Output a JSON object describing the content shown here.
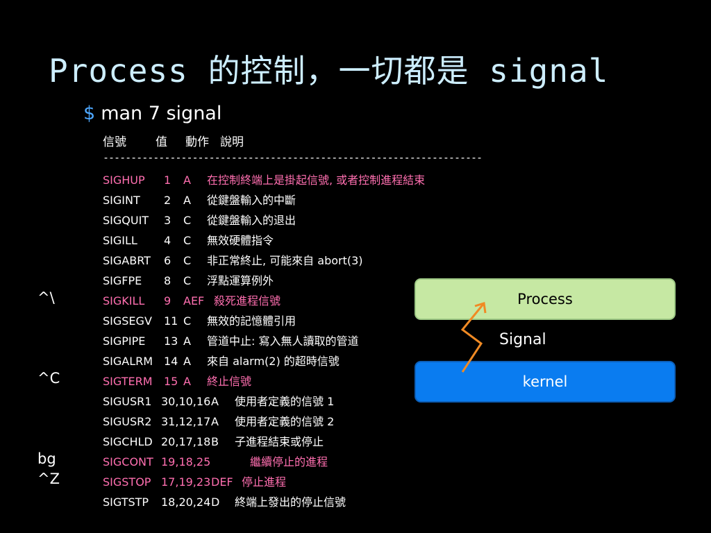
{
  "slide": {
    "title": "Process 的控制，一切都是 signal",
    "command_prompt": "$",
    "command_text": "man 7 signal"
  },
  "table": {
    "headers": [
      "信號",
      "值",
      "動作",
      "說明"
    ],
    "divider": "--------------------------------------------------------------------",
    "rows": [
      {
        "name": "SIGHUP",
        "value": "1",
        "action": "A",
        "desc": "在控制終端上是掛起信號, 或者控制進程結束",
        "highlight": true
      },
      {
        "name": "SIGINT",
        "value": "2",
        "action": "A",
        "desc": "從鍵盤輸入的中斷",
        "highlight": false
      },
      {
        "name": "SIGQUIT",
        "value": "3",
        "action": "C",
        "desc": "從鍵盤輸入的退出",
        "highlight": false
      },
      {
        "name": "SIGILL",
        "value": "4",
        "action": "C",
        "desc": "無效硬體指令",
        "highlight": false
      },
      {
        "name": "SIGABRT",
        "value": "6",
        "action": "C",
        "desc": "非正常終止, 可能來自 abort(3)",
        "highlight": false
      },
      {
        "name": "SIGFPE",
        "value": "8",
        "action": "C",
        "desc": "浮點運算例外",
        "highlight": false
      },
      {
        "name": "SIGKILL",
        "value": "9",
        "action": "AEF",
        "desc": "殺死進程信號",
        "highlight": true
      },
      {
        "name": "SIGSEGV",
        "value": "11",
        "action": "C",
        "desc": "無效的記憶體引用",
        "highlight": false
      },
      {
        "name": "SIGPIPE",
        "value": "13",
        "action": "A",
        "desc": "管道中止: 寫入無人讀取的管道",
        "highlight": false
      },
      {
        "name": "SIGALRM",
        "value": "14",
        "action": "A",
        "desc": "來自 alarm(2) 的超時信號",
        "highlight": false
      },
      {
        "name": "SIGTERM",
        "value": "15",
        "action": "A",
        "desc": "終止信號",
        "highlight": true
      },
      {
        "name": "SIGUSR1",
        "value": "30,10,16",
        "action": "A",
        "desc": "使用者定義的信號 1",
        "highlight": false
      },
      {
        "name": "SIGUSR2",
        "value": "31,12,17",
        "action": "A",
        "desc": "使用者定義的信號 2",
        "highlight": false
      },
      {
        "name": "SIGCHLD",
        "value": "20,17,18",
        "action": "B",
        "desc": "子進程結束或停止",
        "highlight": false
      },
      {
        "name": "SIGCONT",
        "value": "19,18,25",
        "action": "",
        "desc": "繼續停止的進程",
        "highlight": true
      },
      {
        "name": "SIGSTOP",
        "value": "17,19,23",
        "action": "DEF",
        "desc": "停止進程",
        "highlight": true
      },
      {
        "name": "SIGTSTP",
        "value": "18,20,24",
        "action": "D",
        "desc": "終端上發出的停止信號",
        "highlight": false
      }
    ]
  },
  "shortcuts": [
    {
      "row": 6,
      "label": "^\\"
    },
    {
      "row": 10,
      "label": "^C"
    },
    {
      "row": 14,
      "label": "bg"
    },
    {
      "row": 15,
      "label": "^Z"
    }
  ],
  "diagram": {
    "process_label": "Process",
    "signal_label": "Signal",
    "kernel_label": "kernel",
    "arrow_color": "#f08a24"
  },
  "colors": {
    "highlight": "#ff6fb0",
    "title": "#cdeeff",
    "prompt": "#4ea8ff",
    "process_box": "#c6e8a3",
    "kernel_box": "#0a7cf0"
  }
}
